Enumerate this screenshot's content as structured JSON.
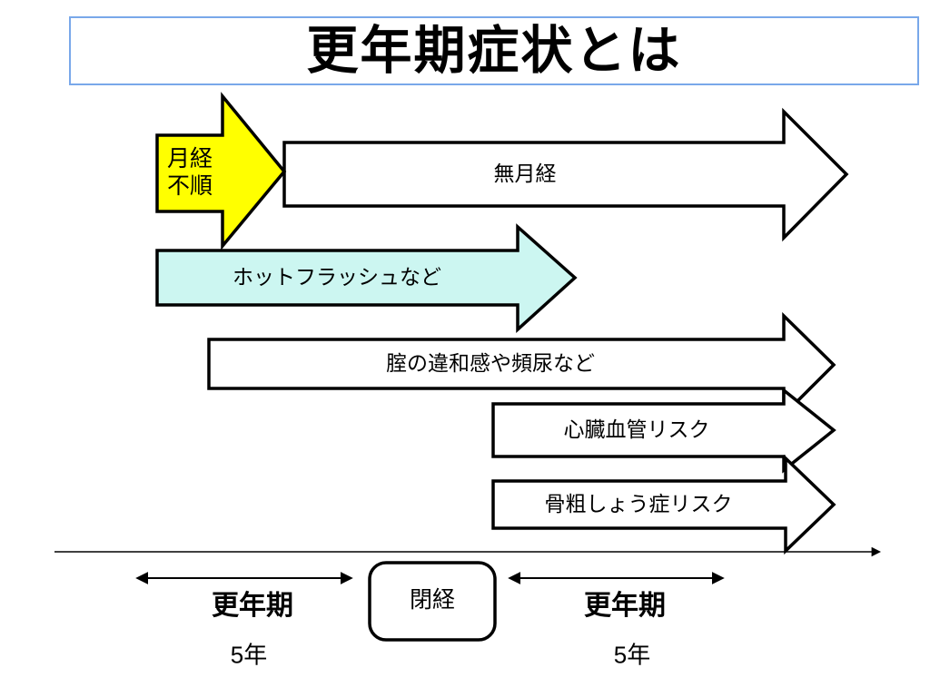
{
  "title": {
    "text": "更年期症状とは"
  },
  "colors": {
    "title_border": "#79A8EA",
    "accent_yellow": "#FFFF00",
    "accent_cyan": "#CCF6F1",
    "white": "#FFFFFF",
    "stroke": "#000000"
  },
  "arrows": {
    "menstrual_irregularity": {
      "line1": "月経",
      "line2": "不順"
    },
    "amenorrhea": {
      "label": "無月経"
    },
    "hot_flash": {
      "label": "ホットフラッシュなど"
    },
    "vaginal_discomfort": {
      "label": "腟の違和感や頻尿など"
    },
    "cardiovascular": {
      "label": "心臓血管リスク"
    },
    "osteoporosis": {
      "label": "骨粗しょう症リスク"
    }
  },
  "timeline": {
    "menopause_box_label": "閉経",
    "left_period": {
      "label": "更年期",
      "duration": "5年"
    },
    "right_period": {
      "label": "更年期",
      "duration": "5年"
    }
  }
}
